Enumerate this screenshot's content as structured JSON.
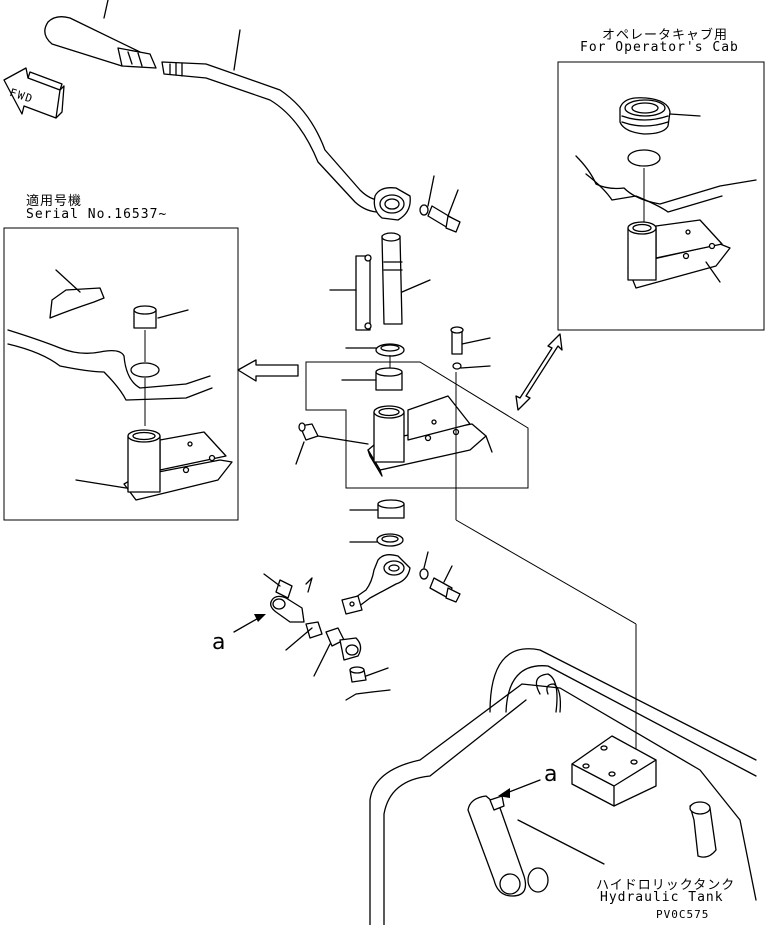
{
  "labels": {
    "operator_cab_jp": "オペレータキャブ用",
    "operator_cab_en": "For Operator's Cab",
    "serial_jp": "適用号機",
    "serial_en": "Serial No.16537~",
    "fwd": "FWD",
    "callout_a_left": "a",
    "callout_a_right": "a",
    "hydraulic_tank_jp": "ハイドロリックタンク",
    "hydraulic_tank_en": "Hydraulic Tank",
    "drawing_code": "PV0C575"
  }
}
